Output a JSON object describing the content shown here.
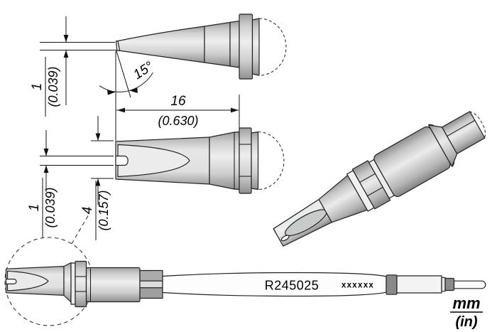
{
  "labels": {
    "part_number": "R245025",
    "serial_placeholder": "xxxxxx",
    "units_primary": "mm",
    "units_secondary": "(in)"
  },
  "dimensions": {
    "tip_thickness_side": {
      "mm": "1",
      "inch": "(0.039)"
    },
    "edge_width_top": {
      "mm": "1",
      "inch": "(0.039)"
    },
    "blade_width": {
      "mm": "4",
      "inch": "(0.157)"
    },
    "tip_length": {
      "mm": "16",
      "inch": "(0.630)"
    },
    "bevel_angle": {
      "value": "15°"
    }
  },
  "colors": {
    "background": "#ffffff",
    "metal_light": "#eeeeee",
    "metal_mid": "#d2d2d2",
    "metal_dark": "#8f8f8f",
    "line": "#222222",
    "text": "#000000"
  }
}
